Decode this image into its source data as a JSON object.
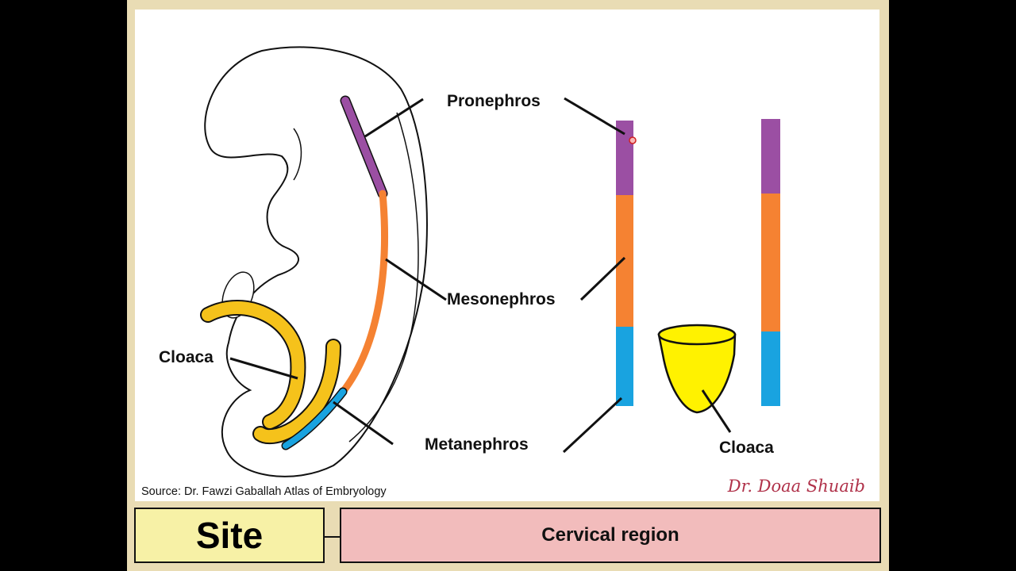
{
  "labels": {
    "pronephros": "Pronephros",
    "mesonephros": "Mesonephros",
    "metanephros": "Metanephros",
    "cloaca_left": "Cloaca",
    "cloaca_right": "Cloaca"
  },
  "source": "Source: Dr. Fawzi  Gaballah Atlas of Embryology",
  "signature": "Dr. Doaa Shuaib",
  "footer": {
    "key": "Site",
    "value": "Cervical region"
  },
  "colors": {
    "pronephros": "#9b4fa3",
    "mesonephros": "#f58232",
    "metanephros": "#19a3e0",
    "cloaca": "#f5c21b",
    "cloaca_cup": "#fff200",
    "site_box": "#f7f1a6",
    "value_box": "#f2bcbc",
    "signature": "#b0324a"
  }
}
